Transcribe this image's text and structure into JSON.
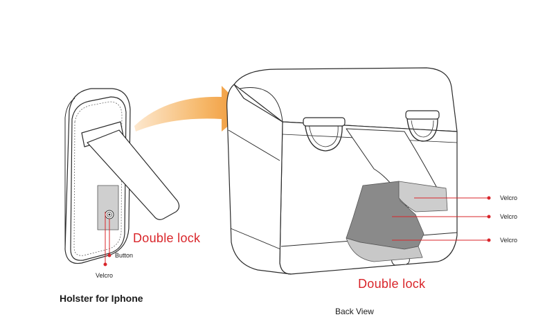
{
  "holster": {
    "caption": "Holster for Iphone",
    "double_lock": "Double lock",
    "button_label": "Button",
    "velcro_label": "Velcro"
  },
  "bag": {
    "caption": "Back View",
    "double_lock": "Double lock",
    "velcro_labels": [
      "Velcro",
      "Velcro",
      "Velcro"
    ]
  },
  "colors": {
    "accent_red": "#d9252a",
    "arrow_orange": "#f2a24a",
    "velcro_dark": "#8a8a8a",
    "velcro_light": "#c8c8c8"
  }
}
